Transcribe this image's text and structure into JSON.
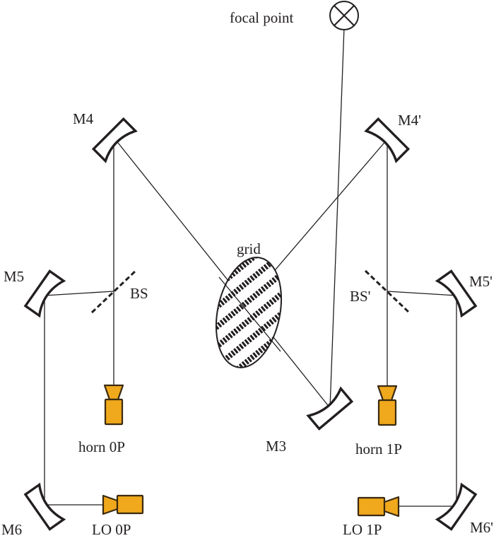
{
  "labels": {
    "focal_point": "focal point",
    "m4": "M4",
    "m4p": "M4'",
    "grid": "grid",
    "m5": "M5",
    "bs": "BS",
    "bsp": "BS'",
    "m5p": "M5'",
    "m3": "M3",
    "horn0p": "horn 0P",
    "horn1p": "horn 1P",
    "m6": "M6",
    "lo0p": "LO 0P",
    "lo1p": "LO 1P",
    "m6p": "M6'"
  },
  "colors": {
    "line": "#231f20",
    "horn_fill": "#f0a81c",
    "horn_outline": "#3a2a10",
    "background": "#ffffff"
  },
  "icons": {
    "focal_point": "circled-cross-icon",
    "horn": "horn-antenna-icon",
    "lo": "lo-source-icon"
  }
}
